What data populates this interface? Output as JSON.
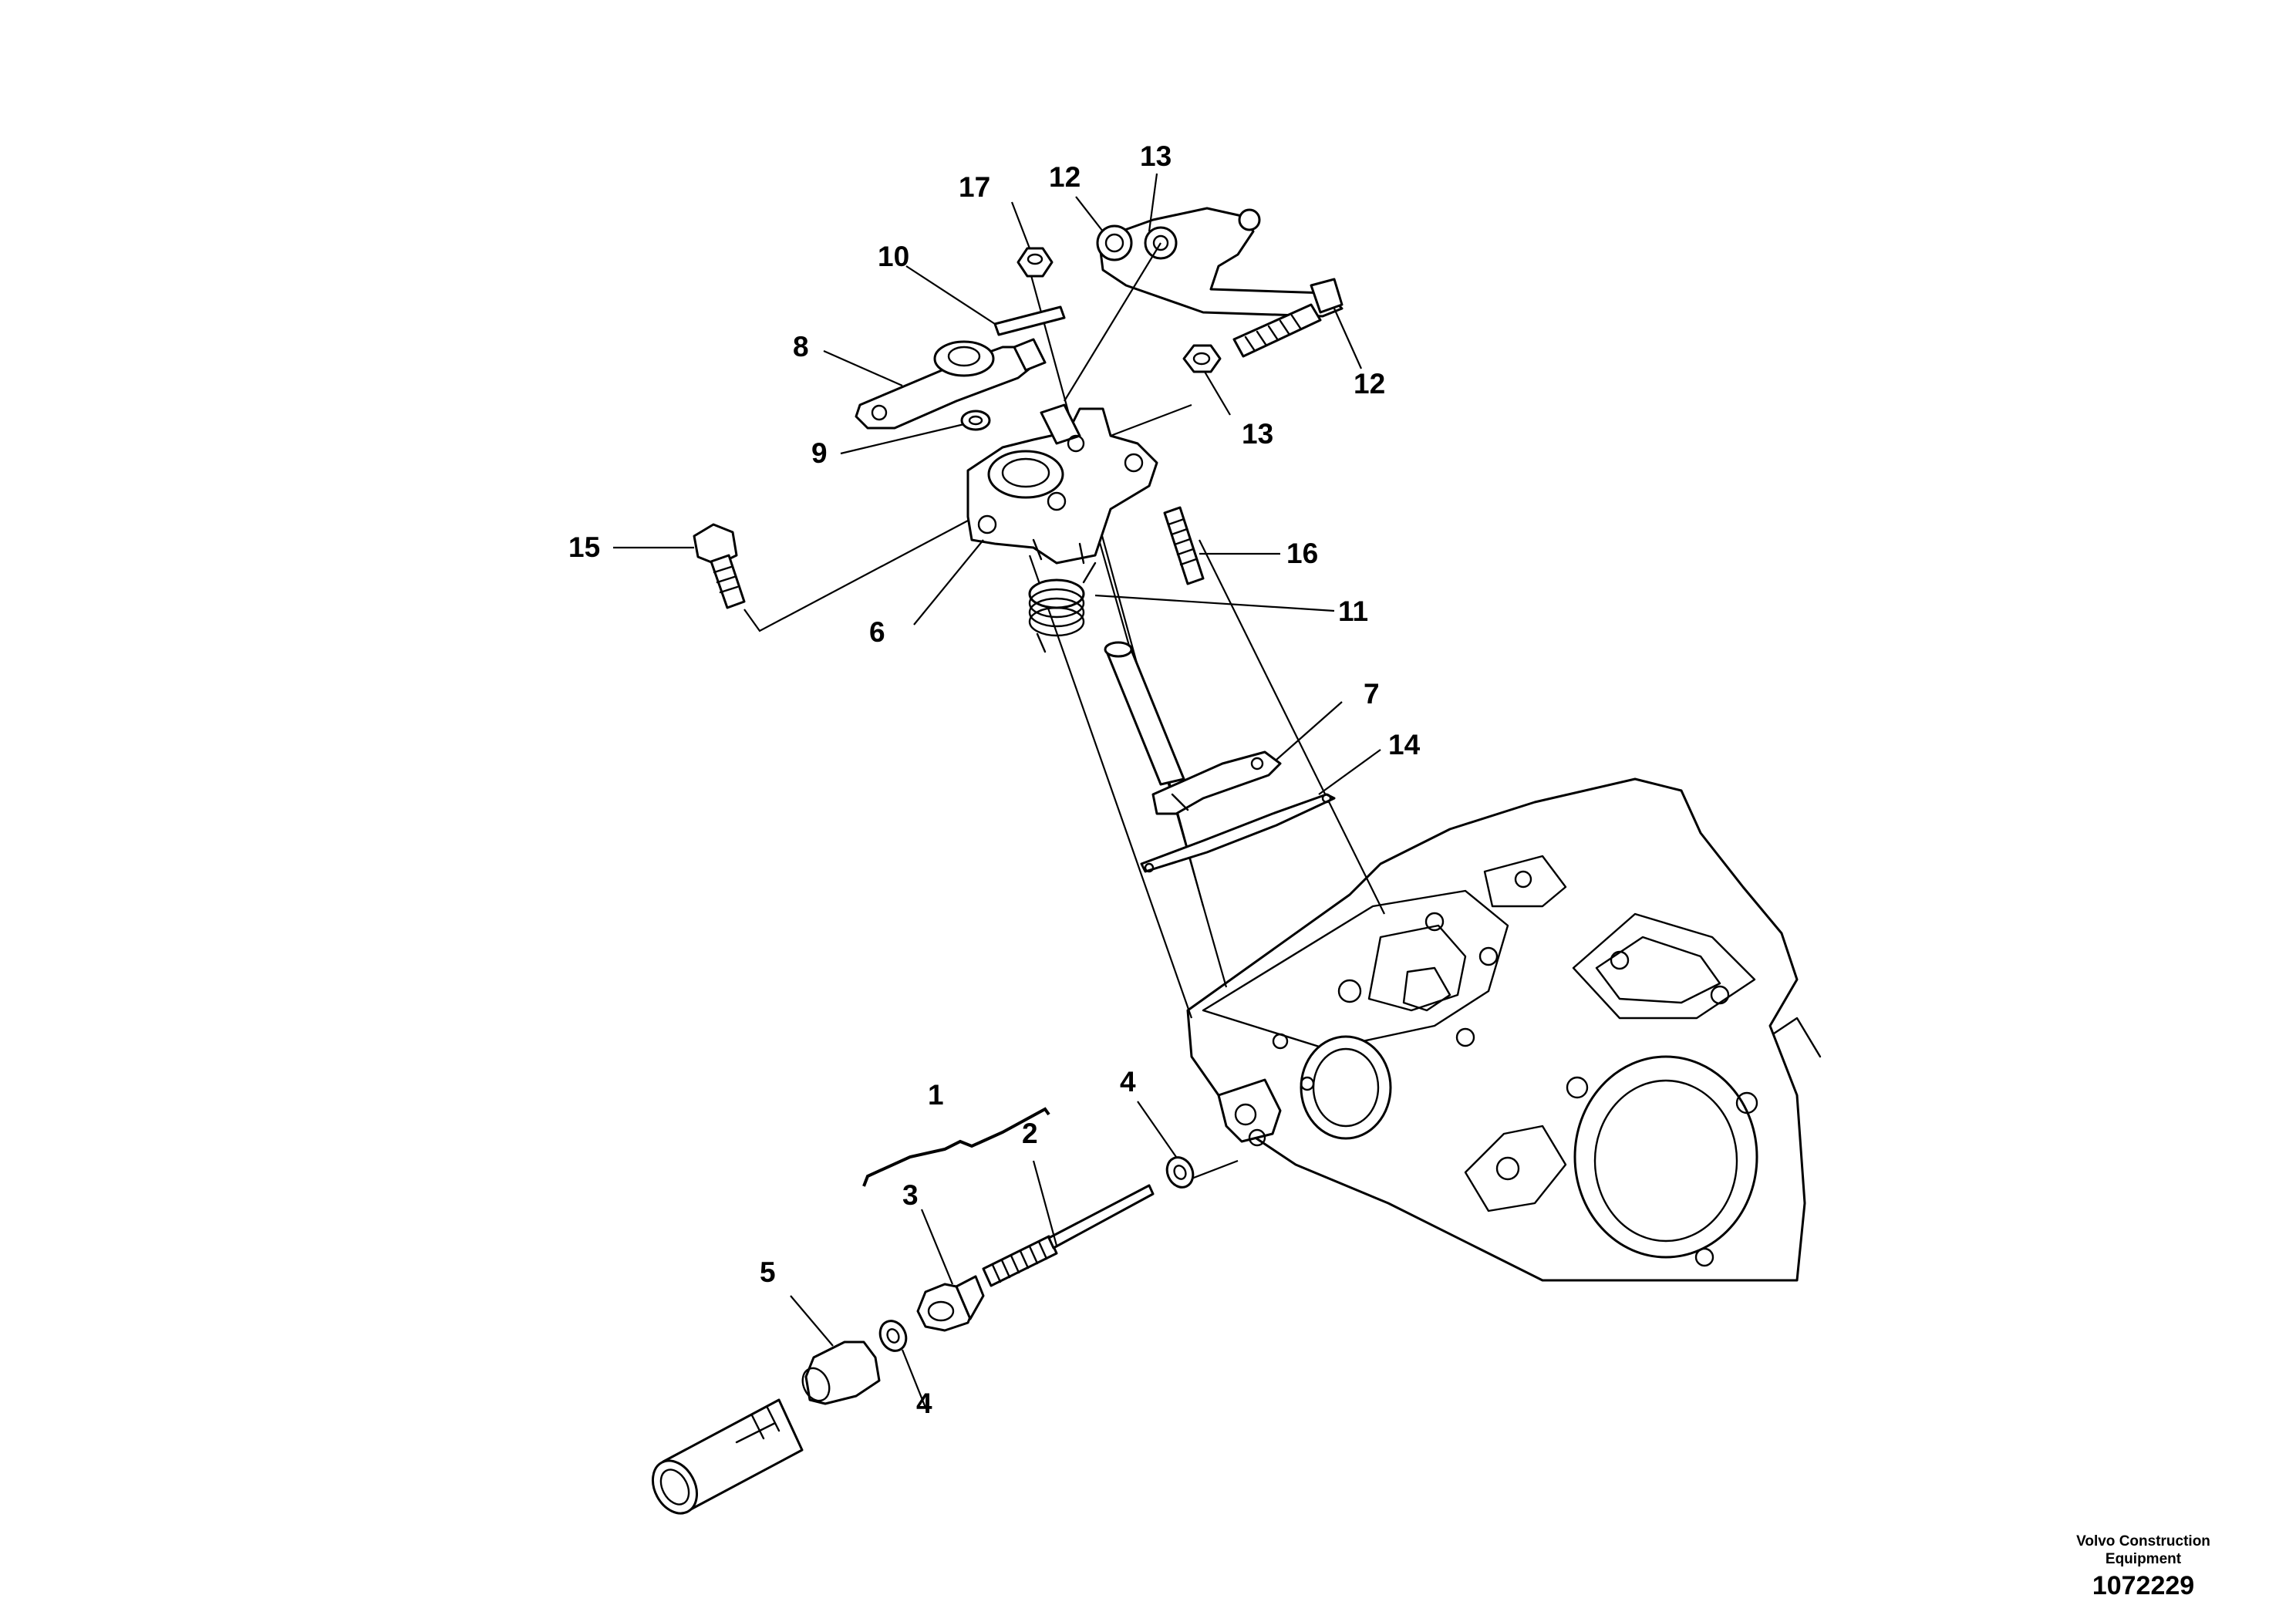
{
  "callouts": {
    "c1": "1",
    "c2": "2",
    "c3": "3",
    "c4a": "4",
    "c4b": "4",
    "c5": "5",
    "c6": "6",
    "c7": "7",
    "c8": "8",
    "c9": "9",
    "c10": "10",
    "c11": "11",
    "c12a": "12",
    "c12b": "12",
    "c13a": "13",
    "c13b": "13",
    "c14": "14",
    "c15": "15",
    "c16": "16",
    "c17": "17"
  },
  "footer": {
    "brand_line1": "Volvo Construction",
    "brand_line2": "Equipment",
    "doc_number": "1072229"
  }
}
